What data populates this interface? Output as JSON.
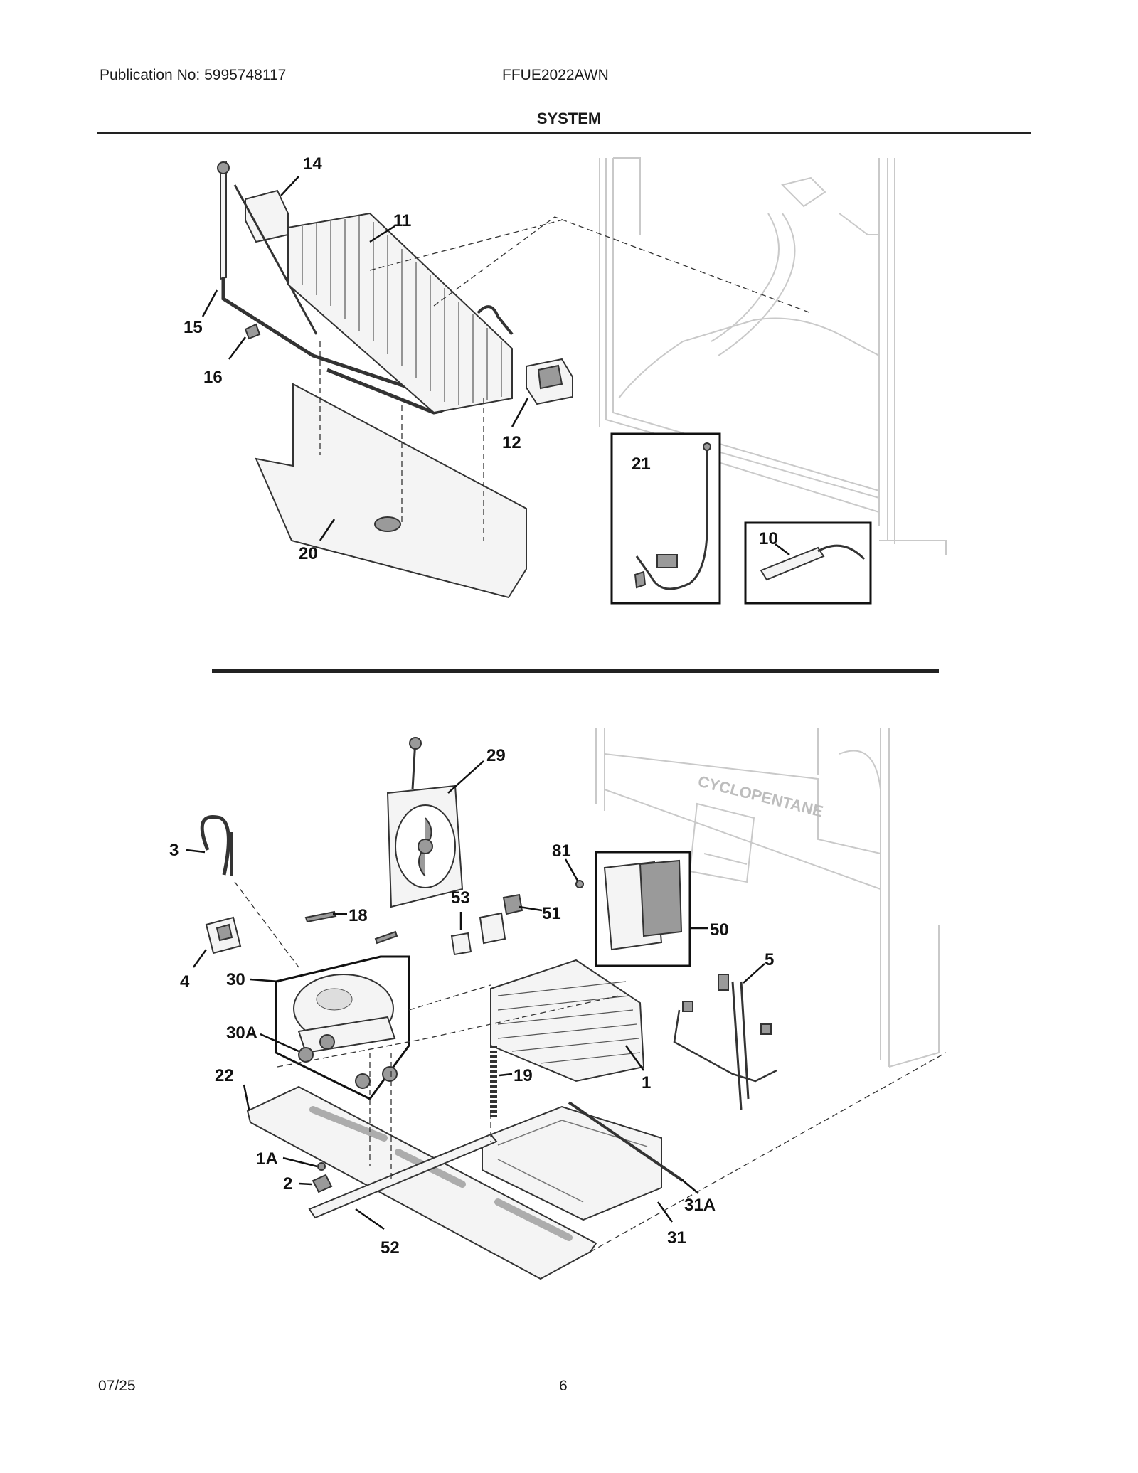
{
  "header": {
    "publication": "Publication No: 5995748117",
    "model": "FFUE2022AWN",
    "section_title": "SYSTEM"
  },
  "footer": {
    "date": "07/25",
    "page_number": "6"
  },
  "diagram": {
    "cabinet_marking": "CYCLOPENTANE",
    "upper_callouts": [
      "14",
      "11",
      "15",
      "16",
      "12",
      "20",
      "21",
      "10"
    ],
    "lower_callouts": [
      "29",
      "3",
      "81",
      "53",
      "51",
      "18",
      "50",
      "4",
      "30",
      "5",
      "30A",
      "19",
      "1",
      "22",
      "1A",
      "2",
      "52",
      "31A",
      "31"
    ]
  }
}
